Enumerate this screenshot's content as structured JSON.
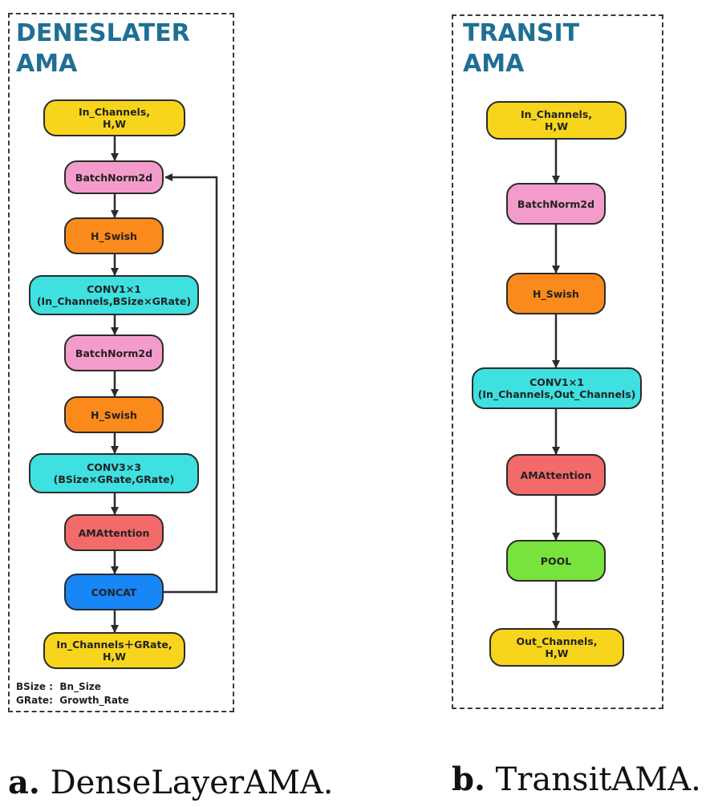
{
  "panel_a": {
    "title_line1": "DENESLATER",
    "title_line2": "AMA",
    "nodes": [
      {
        "lines": [
          "In_Channels,",
          "H,W"
        ]
      },
      {
        "lines": [
          "BatchNorm2d"
        ]
      },
      {
        "lines": [
          "H_Swish"
        ]
      },
      {
        "lines": [
          "CONV1×1",
          "(In_Channels,BSize×GRate)"
        ]
      },
      {
        "lines": [
          "BatchNorm2d"
        ]
      },
      {
        "lines": [
          "H_Swish"
        ]
      },
      {
        "lines": [
          "CONV3×3",
          "(BSize×GRate,GRate)"
        ]
      },
      {
        "lines": [
          "AMAttention"
        ]
      },
      {
        "lines": [
          "CONCAT"
        ]
      },
      {
        "lines": [
          "In_Channels＋GRate,",
          "H,W"
        ]
      }
    ],
    "legend": [
      "BSize :  Bn_Size",
      "GRate:  Growth_Rate"
    ]
  },
  "panel_b": {
    "title_line1": "TRANSIT",
    "title_line2": "AMA",
    "nodes": [
      {
        "lines": [
          "In_Channels,",
          "H,W"
        ]
      },
      {
        "lines": [
          "BatchNorm2d"
        ]
      },
      {
        "lines": [
          "H_Swish"
        ]
      },
      {
        "lines": [
          "CONV1×1",
          "(In_Channels,Out_Channels)"
        ]
      },
      {
        "lines": [
          "AMAttention"
        ]
      },
      {
        "lines": [
          "POOL"
        ]
      },
      {
        "lines": [
          "Out_Channels,",
          "H,W"
        ]
      }
    ]
  },
  "captions": {
    "a_label": "a.",
    "a_text": "DenseLayerAMA.",
    "b_label": "b.",
    "b_text": "TransitAMA."
  },
  "colors": {
    "title": "#1f6f94",
    "yellow": "#f7d51d",
    "pink": "#f39ccc",
    "orange": "#fb8a1c",
    "cyan": "#3ee0e0",
    "red": "#f26a6a",
    "blue": "#1786f6",
    "green": "#77e33c"
  }
}
